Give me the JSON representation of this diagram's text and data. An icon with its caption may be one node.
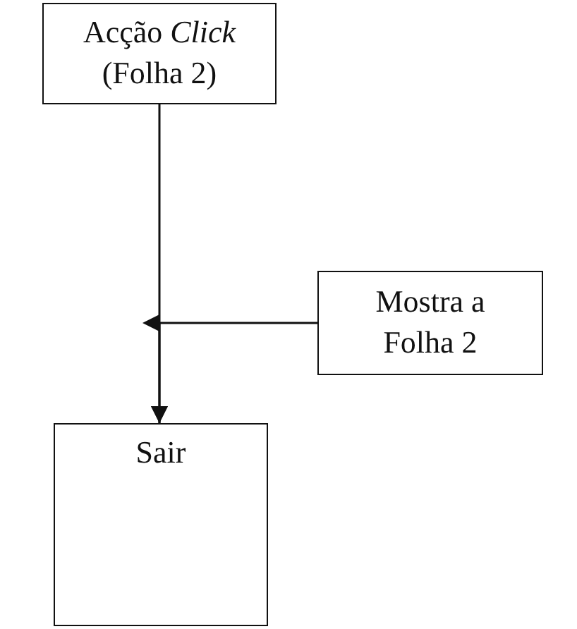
{
  "diagram": {
    "nodes": [
      {
        "text": [
          "Acção *Click* (Folha 2)"
        ]
      },
      {
        "text": [
          "Mostra a Folha 2"
        ]
      },
      {
        "text": [
          "Sair"
        ]
      }
    ],
    "edges": [
      {
        "from": 0,
        "to": 2,
        "arrow": "to"
      },
      {
        "from": 1,
        "to": 2,
        "arrow": "to"
      }
    ]
  }
}
